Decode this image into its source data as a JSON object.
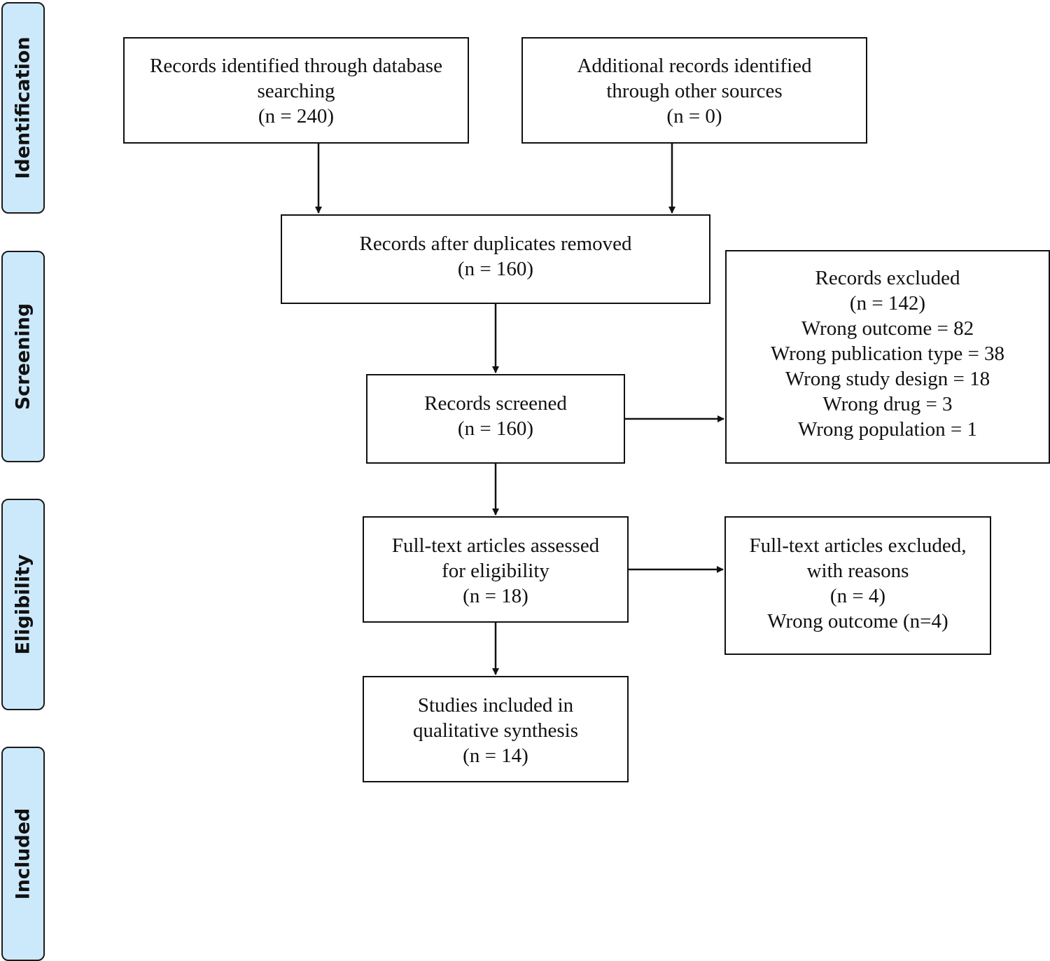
{
  "phases": {
    "identification": "Identification",
    "screening": "Screening",
    "eligibility": "Eligibility",
    "included": "Included"
  },
  "boxes": {
    "database_records": [
      "Records identified through database",
      "searching",
      "(n = 240)"
    ],
    "other_sources": [
      "Additional records identified",
      "through other sources",
      "(n = 0)"
    ],
    "after_duplicates": [
      "Records after duplicates removed",
      "(n = 160)"
    ],
    "screened": [
      "Records screened",
      "(n = 160)"
    ],
    "records_excluded": [
      "Records excluded",
      "(n = 142)",
      "Wrong outcome = 82",
      "Wrong publication type = 38",
      "Wrong study design = 18",
      "Wrong drug = 3",
      "Wrong population = 1"
    ],
    "fulltext_assessed": [
      "Full-text articles assessed",
      "for eligibility",
      "(n = 18)"
    ],
    "fulltext_excluded": [
      "Full-text articles excluded,",
      "with reasons",
      "(n = 4)",
      "Wrong outcome (n=4)"
    ],
    "studies_included": [
      "Studies included in",
      "qualitative synthesis",
      "(n = 14)"
    ]
  }
}
